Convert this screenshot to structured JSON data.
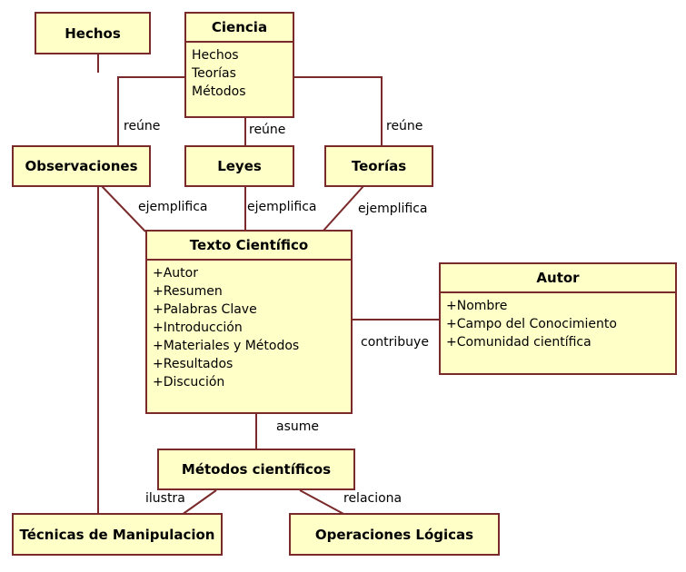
{
  "boxes": {
    "hechos": {
      "title": "Hechos"
    },
    "ciencia": {
      "title": "Ciencia",
      "attrs": [
        "Hechos",
        "Teorías",
        "Métodos"
      ]
    },
    "observaciones": {
      "title": "Observaciones"
    },
    "leyes": {
      "title": "Leyes"
    },
    "teorias": {
      "title": "Teorías"
    },
    "texto_cientifico": {
      "title": "Texto Científico",
      "attrs": [
        "+Autor",
        "+Resumen",
        "+Palabras Clave",
        "+Introducción",
        "+Materiales y Métodos",
        "+Resultados",
        "+Discución"
      ]
    },
    "autor": {
      "title": "Autor",
      "attrs": [
        "+Nombre",
        "+Campo del Conocimiento",
        "+Comunidad científica"
      ]
    },
    "metodos_cientificos": {
      "title": "Métodos científicos"
    },
    "tecnicas": {
      "title": "Técnicas de Manipulacion"
    },
    "operaciones": {
      "title": "Operaciones Lógicas"
    }
  },
  "labels": {
    "reune_left": "reúne",
    "reune_mid": "reúne",
    "reune_right": "reúne",
    "ejemplifica_left": "ejemplifica",
    "ejemplifica_mid": "ejemplifica",
    "ejemplifica_right": "ejemplifica",
    "contribuye": "contribuye",
    "asume": "asume",
    "ilustra": "ilustra",
    "relaciona": "relaciona"
  },
  "colors": {
    "box_fill": "#ffffc8",
    "box_border": "#7a2a2a",
    "line": "#7a2a2a"
  }
}
